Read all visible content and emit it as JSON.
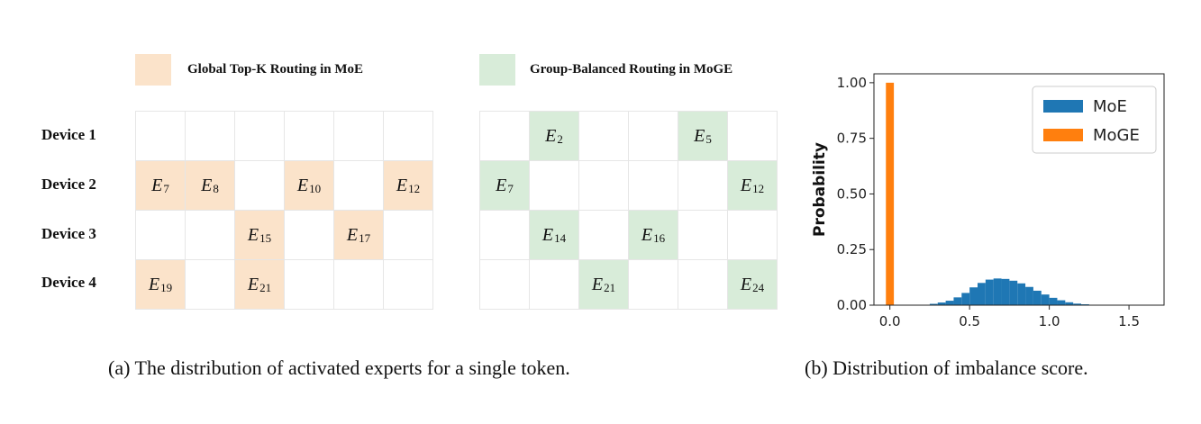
{
  "left_panel": {
    "legend_moe": "Global Top-K Routing in MoE",
    "legend_moge": "Group-Balanced Routing in MoGE",
    "devices": [
      "Device 1",
      "Device 2",
      "Device 3",
      "Device 4"
    ],
    "colors": {
      "moe": "#fbe3ca",
      "moge": "#d8ecd9",
      "grid": "#e6e6e6"
    },
    "moe_grid": [
      [
        "",
        "",
        "",
        "",
        "",
        ""
      ],
      [
        "7",
        "8",
        "",
        "10",
        "",
        "12"
      ],
      [
        "",
        "",
        "15",
        "",
        "17",
        ""
      ],
      [
        "19",
        "",
        "21",
        "",
        "",
        ""
      ]
    ],
    "moge_grid": [
      [
        "",
        "2",
        "",
        "",
        "5",
        ""
      ],
      [
        "7",
        "",
        "",
        "",
        "",
        "12"
      ],
      [
        "",
        "14",
        "",
        "16",
        "",
        ""
      ],
      [
        "",
        "",
        "21",
        "",
        "",
        "24"
      ]
    ],
    "expert_letter": "E",
    "caption": "(a) The distribution of activated experts for a single token."
  },
  "right_panel": {
    "caption": "(b) Distribution of imbalance score."
  },
  "chart_data": {
    "type": "bar",
    "title": "",
    "xlabel": "",
    "ylabel": "Probability",
    "xlim": [
      -0.1,
      1.72
    ],
    "ylim": [
      0,
      1.04
    ],
    "xticks": [
      "0.0",
      "0.5",
      "1.0",
      "1.5"
    ],
    "xtick_values": [
      0.0,
      0.5,
      1.0,
      1.5
    ],
    "yticks": [
      "0.00",
      "0.25",
      "0.50",
      "0.75",
      "1.00"
    ],
    "ytick_values": [
      0.0,
      0.25,
      0.5,
      0.75,
      1.0
    ],
    "legend_position": "upper right",
    "series": [
      {
        "name": "MoE",
        "color": "#1f77b4",
        "bin_width": 0.05,
        "bin_starts": [
          0.2,
          0.25,
          0.3,
          0.35,
          0.4,
          0.45,
          0.5,
          0.55,
          0.6,
          0.65,
          0.7,
          0.75,
          0.8,
          0.85,
          0.9,
          0.95,
          1.0,
          1.05,
          1.1,
          1.15,
          1.2,
          1.25,
          1.3
        ],
        "values": [
          0.002,
          0.006,
          0.012,
          0.02,
          0.035,
          0.055,
          0.08,
          0.1,
          0.115,
          0.12,
          0.118,
          0.11,
          0.098,
          0.082,
          0.065,
          0.048,
          0.033,
          0.022,
          0.013,
          0.007,
          0.004,
          0.002,
          0.001
        ]
      },
      {
        "name": "MoGE",
        "color": "#ff7f0e",
        "bin_width": 0.05,
        "bin_starts": [
          -0.025
        ],
        "values": [
          1.0
        ]
      }
    ]
  }
}
